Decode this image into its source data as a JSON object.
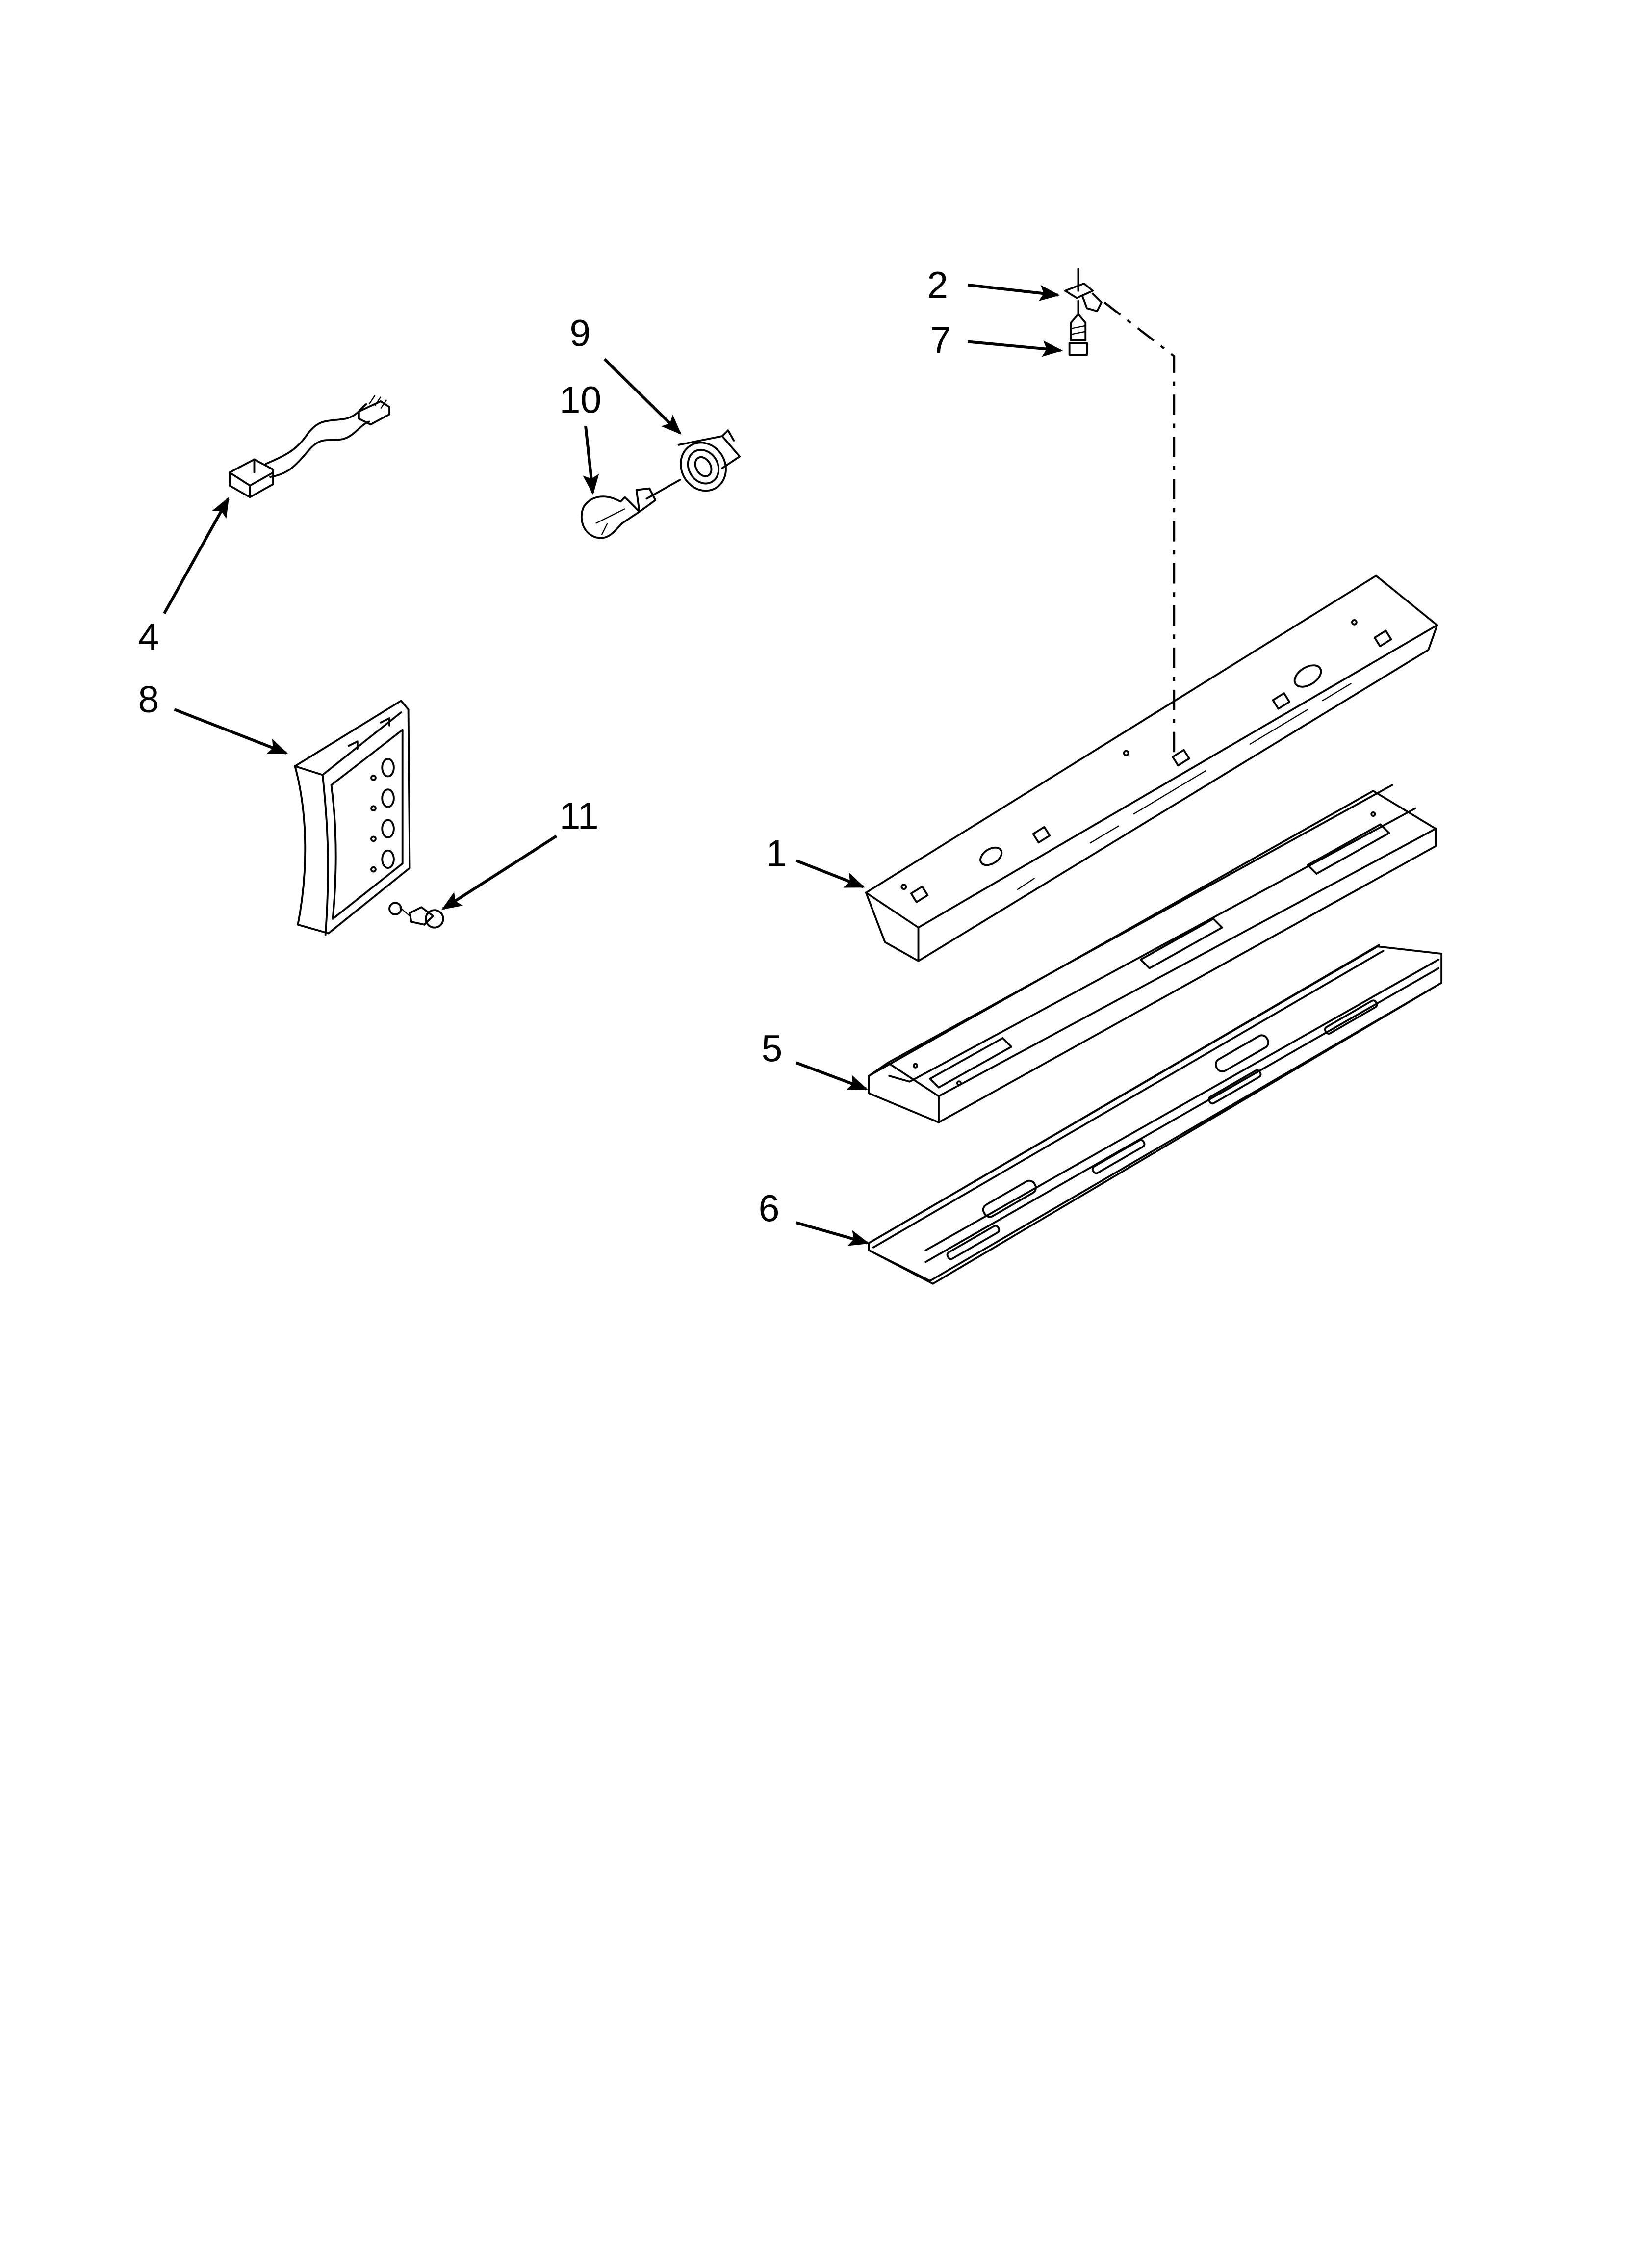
{
  "diagram": {
    "type": "exploded-parts-diagram",
    "background": "#ffffff",
    "line_color": "#000000",
    "callouts": [
      {
        "id": "1",
        "label": "1",
        "part": "channel-top"
      },
      {
        "id": "2",
        "label": "2",
        "part": "clip"
      },
      {
        "id": "4",
        "label": "4",
        "part": "wire-harness"
      },
      {
        "id": "5",
        "label": "5",
        "part": "channel-middle"
      },
      {
        "id": "6",
        "label": "6",
        "part": "channel-bottom"
      },
      {
        "id": "7",
        "label": "7",
        "part": "screw"
      },
      {
        "id": "8",
        "label": "8",
        "part": "control-housing"
      },
      {
        "id": "9",
        "label": "9",
        "part": "lamp-socket"
      },
      {
        "id": "10",
        "label": "10",
        "part": "light-bulb"
      },
      {
        "id": "11",
        "label": "11",
        "part": "screw"
      }
    ]
  }
}
